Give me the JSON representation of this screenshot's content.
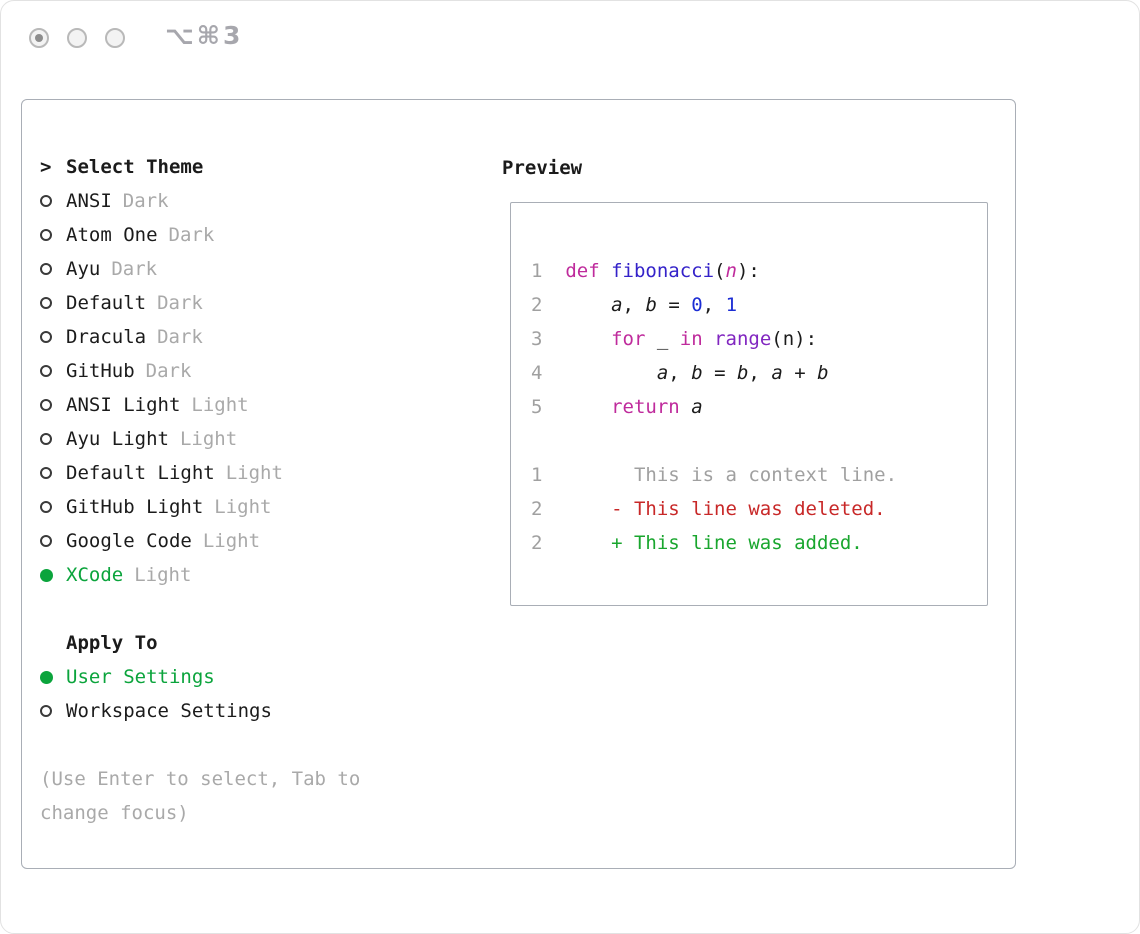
{
  "window": {
    "shortcut": "⌥⌘3"
  },
  "theme_selector": {
    "prompt_marker": ">",
    "title": "Select Theme",
    "items": [
      {
        "name": "ANSI",
        "variant": "Dark",
        "selected": false
      },
      {
        "name": "Atom One",
        "variant": "Dark",
        "selected": false
      },
      {
        "name": "Ayu",
        "variant": "Dark",
        "selected": false
      },
      {
        "name": "Default",
        "variant": "Dark",
        "selected": false
      },
      {
        "name": "Dracula",
        "variant": "Dark",
        "selected": false
      },
      {
        "name": "GitHub",
        "variant": "Dark",
        "selected": false
      },
      {
        "name": "ANSI Light",
        "variant": "Light",
        "selected": false
      },
      {
        "name": "Ayu Light",
        "variant": "Light",
        "selected": false
      },
      {
        "name": "Default Light",
        "variant": "Light",
        "selected": false
      },
      {
        "name": "GitHub Light",
        "variant": "Light",
        "selected": false
      },
      {
        "name": "Google Code",
        "variant": "Light",
        "selected": false
      },
      {
        "name": "XCode",
        "variant": "Light",
        "selected": true
      }
    ]
  },
  "apply_to": {
    "title": "Apply To",
    "options": [
      {
        "label": "User Settings",
        "selected": true
      },
      {
        "label": "Workspace Settings",
        "selected": false
      }
    ]
  },
  "hint": {
    "line1": "(Use Enter to select, Tab to",
    "line2": "change focus)"
  },
  "preview": {
    "title": "Preview",
    "lines": [
      {
        "tokens": [
          {
            "t": "1  ",
            "s": "num"
          },
          {
            "t": "def ",
            "s": "kw"
          },
          {
            "t": "fibonacci",
            "s": "fn"
          },
          {
            "t": "(",
            "s": "plain"
          },
          {
            "t": "n",
            "s": "param"
          },
          {
            "t": "):",
            "s": "plain"
          }
        ]
      },
      {
        "tokens": [
          {
            "t": "2  ",
            "s": "num"
          },
          {
            "t": "    ",
            "s": "plain"
          },
          {
            "t": "a",
            "s": "var"
          },
          {
            "t": ", ",
            "s": "plain"
          },
          {
            "t": "b",
            "s": "var"
          },
          {
            "t": " = ",
            "s": "plain"
          },
          {
            "t": "0",
            "s": "lit"
          },
          {
            "t": ", ",
            "s": "plain"
          },
          {
            "t": "1",
            "s": "lit"
          }
        ]
      },
      {
        "tokens": [
          {
            "t": "3  ",
            "s": "num"
          },
          {
            "t": "    ",
            "s": "plain"
          },
          {
            "t": "for",
            "s": "kw"
          },
          {
            "t": " _ ",
            "s": "plain"
          },
          {
            "t": "in",
            "s": "kw"
          },
          {
            "t": " ",
            "s": "plain"
          },
          {
            "t": "range",
            "s": "call"
          },
          {
            "t": "(n):",
            "s": "plain"
          }
        ]
      },
      {
        "tokens": [
          {
            "t": "4  ",
            "s": "num"
          },
          {
            "t": "        ",
            "s": "plain"
          },
          {
            "t": "a",
            "s": "var"
          },
          {
            "t": ", ",
            "s": "plain"
          },
          {
            "t": "b",
            "s": "var"
          },
          {
            "t": " = ",
            "s": "plain"
          },
          {
            "t": "b",
            "s": "var"
          },
          {
            "t": ", ",
            "s": "plain"
          },
          {
            "t": "a",
            "s": "var"
          },
          {
            "t": " + ",
            "s": "plain"
          },
          {
            "t": "b",
            "s": "var"
          }
        ]
      },
      {
        "tokens": [
          {
            "t": "5  ",
            "s": "num"
          },
          {
            "t": "    ",
            "s": "plain"
          },
          {
            "t": "return",
            "s": "kw"
          },
          {
            "t": " ",
            "s": "plain"
          },
          {
            "t": "a",
            "s": "var"
          }
        ]
      },
      {
        "tokens": []
      },
      {
        "tokens": [
          {
            "t": "1  ",
            "s": "num"
          },
          {
            "t": "      This is a context line.",
            "s": "ctx"
          }
        ]
      },
      {
        "tokens": [
          {
            "t": "2  ",
            "s": "num"
          },
          {
            "t": "    - This line was deleted.",
            "s": "del"
          }
        ]
      },
      {
        "tokens": [
          {
            "t": "2  ",
            "s": "num"
          },
          {
            "t": "    + This line was added.",
            "s": "add"
          }
        ]
      }
    ]
  },
  "colors": {
    "selected_green": "#0ba43c",
    "keyword_magenta": "#bf2b9c",
    "function_blue": "#3422c9",
    "call_purple": "#8126c0",
    "number_blue": "#1c2dd4",
    "deleted_red": "#c82828",
    "added_green": "#19a62e",
    "muted_gray": "#a0a0a0",
    "border_gray": "#a9aeb6"
  }
}
